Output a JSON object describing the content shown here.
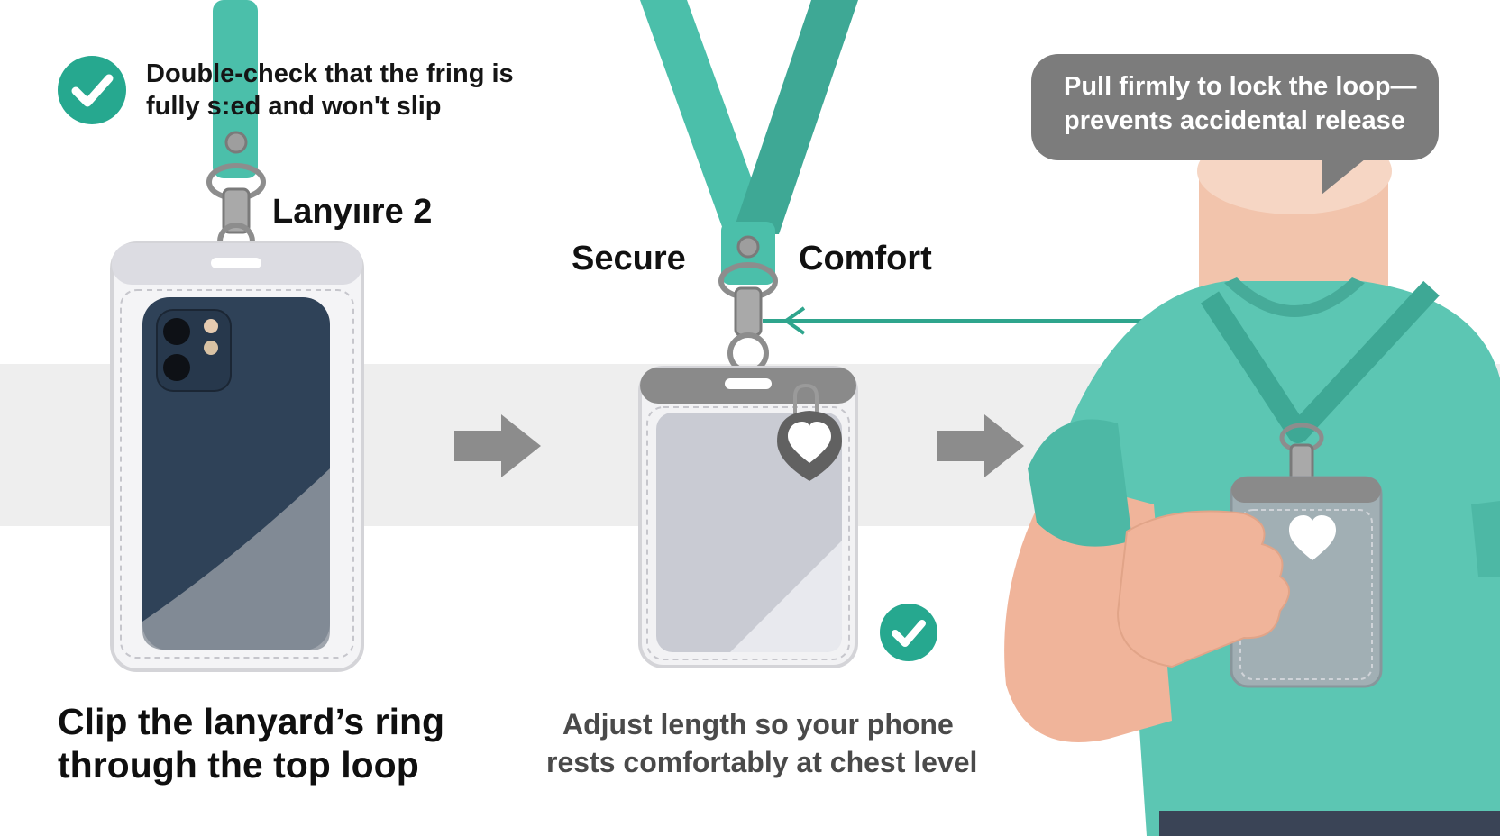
{
  "tip": {
    "icon": "check-circle-icon",
    "line1": "Double-check that the fring is",
    "line2": "fully s:ed and won't slip"
  },
  "product_label": "Lanyııre 2",
  "labels": {
    "secure": "Secure",
    "comfort": "Comfort"
  },
  "callout": {
    "line1": "Pull firmly to lock the loop—",
    "line2": "prevents accidental release"
  },
  "steps": [
    {
      "line1": "Clip the lanyard’s ring",
      "line2": "through the top loop"
    },
    {
      "line1": "Adjust length so your phone",
      "line2": "rests comfortably at chest level"
    }
  ],
  "icons": {
    "step_arrow": "right-arrow-icon",
    "confirm": "check-circle-icon",
    "tag": "heart-icon",
    "pointer": "left-arrow-icon"
  },
  "colors": {
    "accent_teal": "#4bbfaa",
    "check_green": "#26a88f",
    "case_gray": "#8a8a8a",
    "phone_navy": "#2f4258",
    "shirt_teal": "#5cc6b3",
    "skin": "#f0b49a",
    "bubble_gray": "#7c7c7c"
  }
}
